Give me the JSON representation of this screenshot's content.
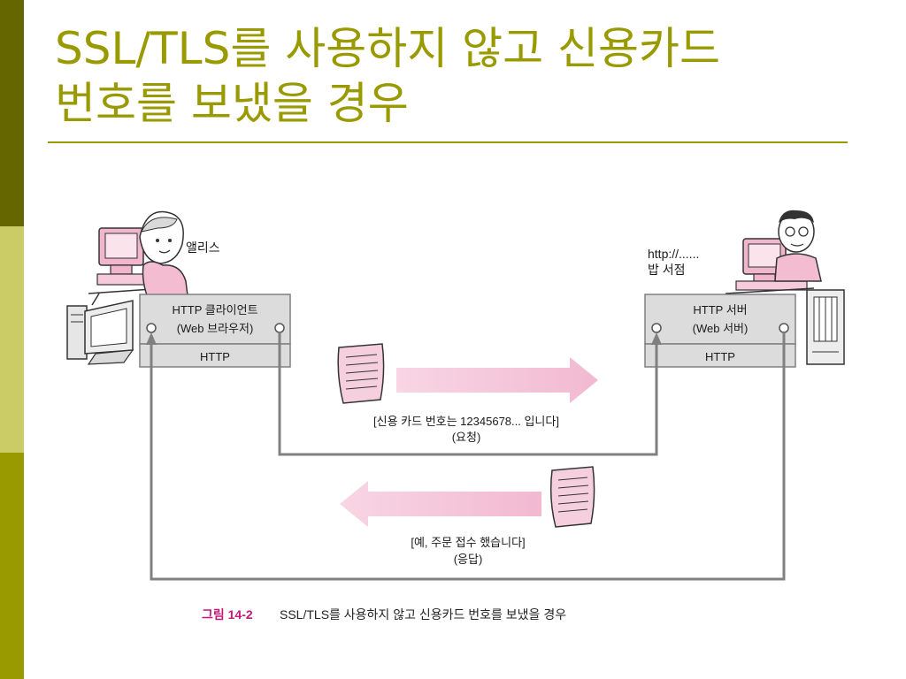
{
  "slide": {
    "title_line1": "SSL/TLS를 사용하지 않고 신용카드",
    "title_line2": "번호를 보냈을 경우"
  },
  "diagram": {
    "alice_label": "앨리스",
    "server_label_line1": "http://......",
    "server_label_line2": "밥 서점",
    "client_box_line1": "HTTP 클라이언트",
    "client_box_line2": "(Web 브라우저)",
    "client_protocol": "HTTP",
    "server_box_line1": "HTTP 서버",
    "server_box_line2": "(Web 서버)",
    "server_protocol": "HTTP",
    "request_line1": "[신용 카드 번호는 12345678... 입니다]",
    "request_line2": "(요청)",
    "response_line1": "[예, 주문 접수 했습니다]",
    "response_line2": "(응답)"
  },
  "caption": {
    "number": "그림 14-2",
    "text": "SSL/TLS를 사용하지 않고 신용카드 번호를 보냈을 경우"
  },
  "colors": {
    "accent": "#999900",
    "sidebar_dark": "#666600",
    "sidebar_light": "#cccc66",
    "arrow_pink": "#f4c3d8",
    "box_gray": "#dcdcdc",
    "path_gray": "#808080",
    "caption_magenta": "#c2187a"
  }
}
